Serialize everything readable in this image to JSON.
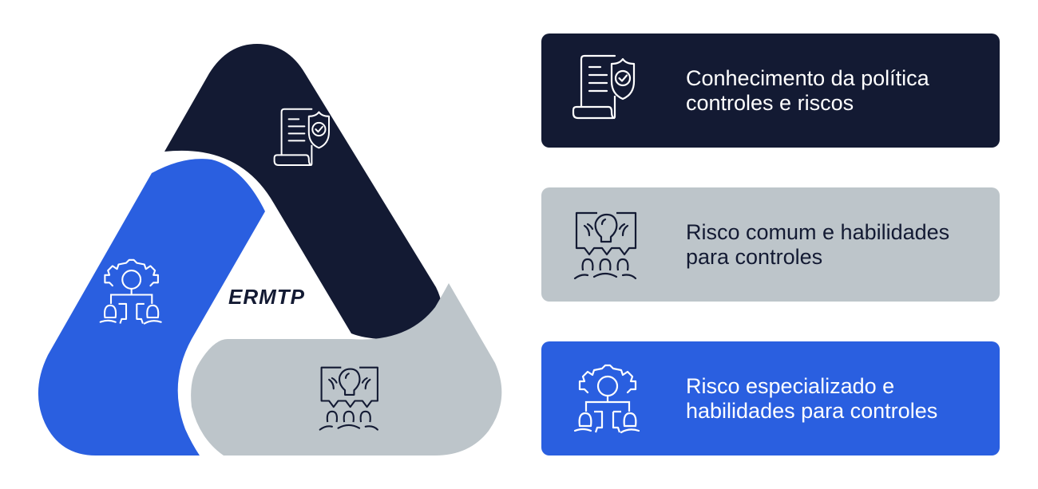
{
  "colors": {
    "dark": "#131a33",
    "gray": "#bdc5ca",
    "blue": "#2a5fe0",
    "white": "#ffffff"
  },
  "diagram": {
    "center_label": "ERMTP",
    "segments": [
      {
        "name": "policy-knowledge",
        "color_key": "dark",
        "icon": "document-shield-check-icon"
      },
      {
        "name": "specialized-risk",
        "color_key": "blue",
        "icon": "gear-hierarchy-people-icon"
      },
      {
        "name": "common-risk",
        "color_key": "gray",
        "icon": "idea-presentation-audience-icon"
      }
    ]
  },
  "cards": [
    {
      "label_line1": "Conhecimento da política",
      "label_line2": "controles e riscos",
      "icon": "document-shield-check-icon",
      "bg": "#131a33",
      "fg": "#ffffff"
    },
    {
      "label_line1": "Risco comum e habilidades",
      "label_line2": "para controles",
      "icon": "idea-presentation-audience-icon",
      "bg": "#bdc5ca",
      "fg": "#131a33"
    },
    {
      "label_line1": "Risco especializado e",
      "label_line2": "habilidades para controles",
      "icon": "gear-hierarchy-people-icon",
      "bg": "#2a5fe0",
      "fg": "#ffffff"
    }
  ]
}
